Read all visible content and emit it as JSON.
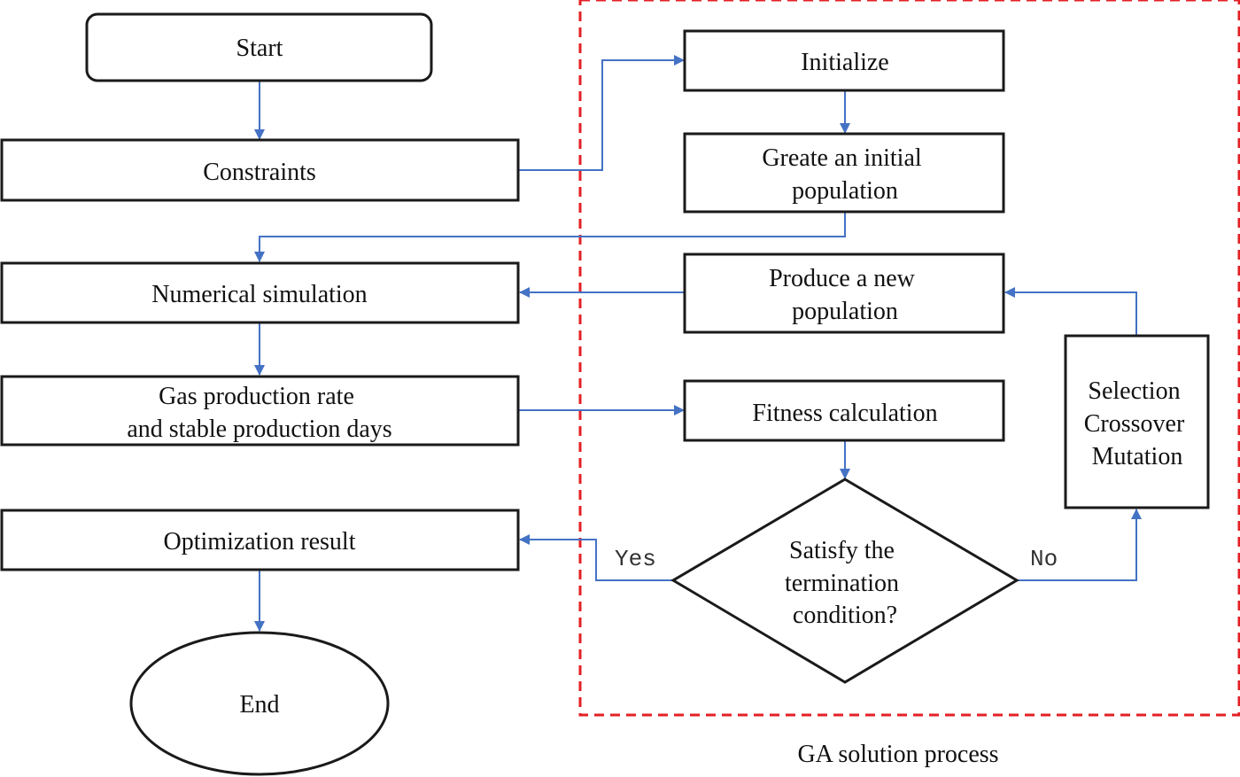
{
  "colors": {
    "connector": "#4472C4",
    "dashed_region": "#E32025",
    "box_stroke": "#1a1a1a"
  },
  "nodes": {
    "start": "Start",
    "constraints": "Constraints",
    "numerical_simulation": "Numerical simulation",
    "gas_production": [
      "Gas production rate",
      "and stable production days"
    ],
    "optimization_result": "Optimization result",
    "end": "End",
    "initialize": "Initialize",
    "create_population": [
      "Greate an initial",
      "population"
    ],
    "produce_new_population": [
      "Produce a new",
      "population"
    ],
    "fitness_calculation": "Fitness calculation",
    "termination_check": [
      "Satisfy the",
      "termination",
      "condition?"
    ],
    "genetic_operators": [
      "Selection",
      "Crossover",
      "Mutation"
    ]
  },
  "edge_labels": {
    "yes": "Yes",
    "no": "No"
  },
  "region_label": "GA solution process"
}
